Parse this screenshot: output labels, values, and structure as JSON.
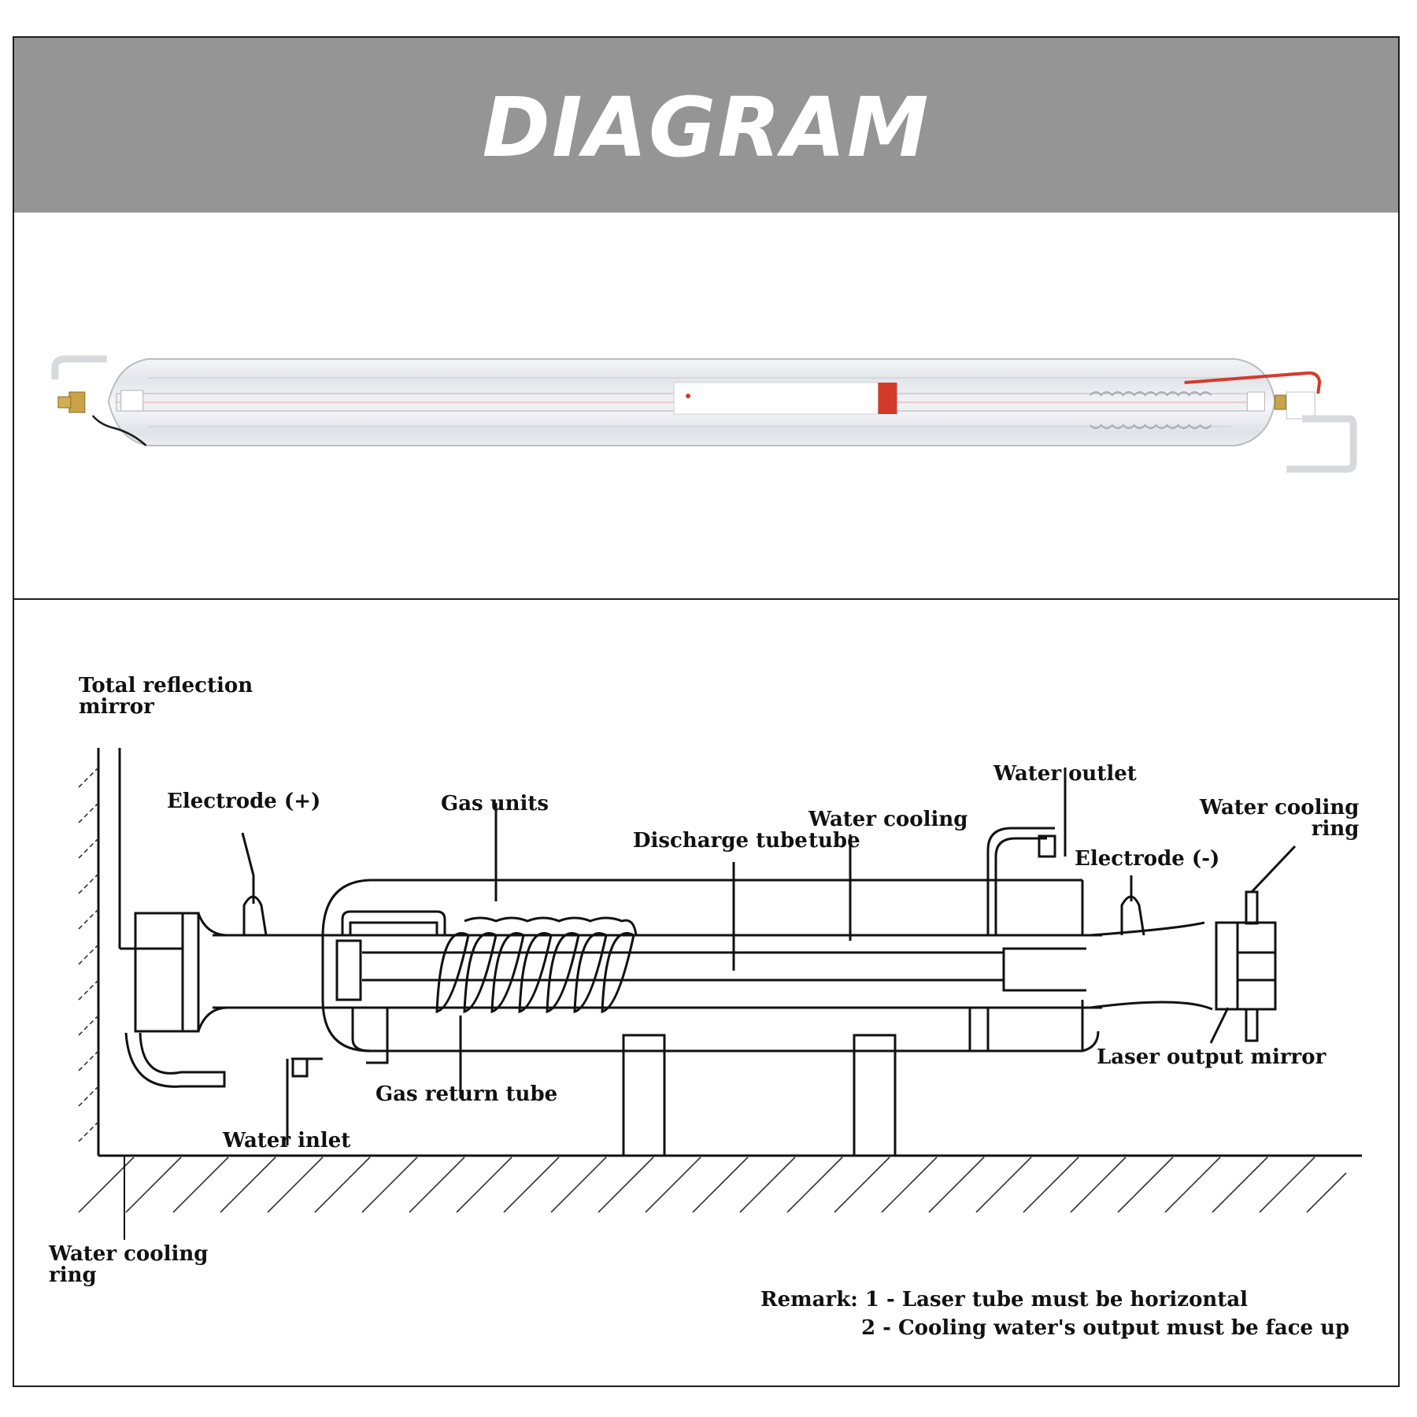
{
  "header": {
    "title": "DIAGRAM"
  },
  "diagram": {
    "labels": {
      "total_reflection_mirror": [
        "Total reflection",
        "mirror"
      ],
      "electrode_pos": "Electrode (+)",
      "gas_units": "Gas units",
      "discharge_tube": "Discharge tube",
      "water_cooling_tube": [
        "Water cooling",
        "tube"
      ],
      "water_outlet": "Water outlet",
      "electrode_neg": "Electrode (-)",
      "water_cooling_ring_right": [
        "Water cooling",
        "ring"
      ],
      "laser_output_mirror": "Laser output mirror",
      "gas_return_tube": "Gas return tube",
      "water_inlet": "Water inlet",
      "water_cooling_ring_left": [
        "Water cooling",
        "ring"
      ]
    },
    "remark": {
      "line1": "Remark: 1 - Laser tube must be horizontal",
      "line2": "2 - Cooling water's output must be face up"
    }
  },
  "colors": {
    "header_band": "#959595",
    "frame": "#1e1e1e",
    "hv_wire": "#d43a2a"
  }
}
